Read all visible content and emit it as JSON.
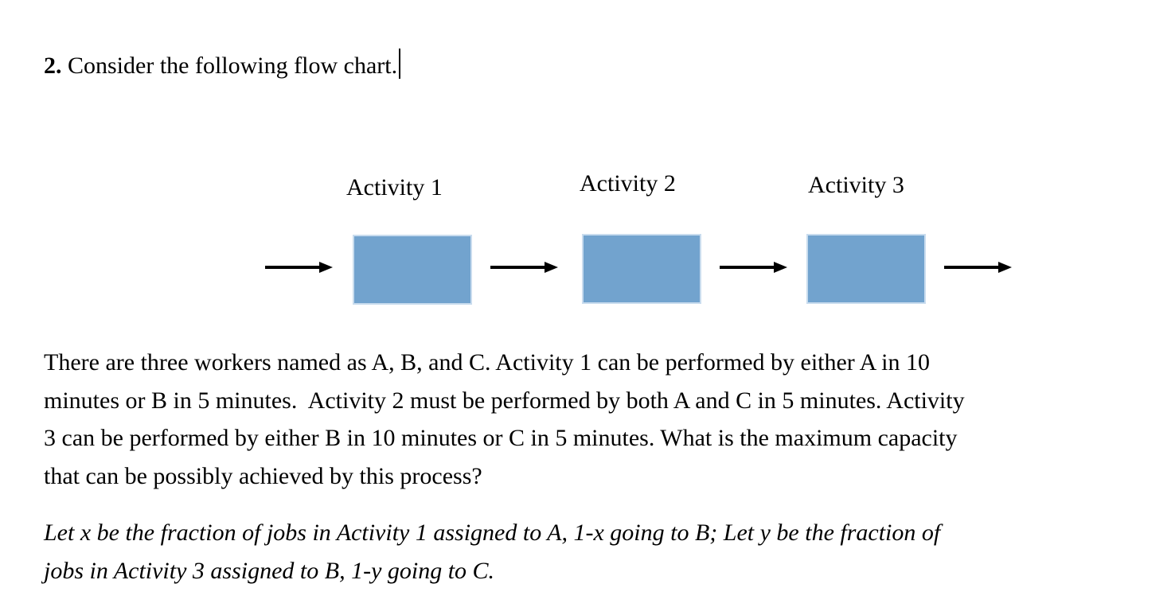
{
  "question": {
    "number": "2.",
    "text": " Consider the following flow chart."
  },
  "flowchart": {
    "activities": [
      {
        "label": "Activity 1"
      },
      {
        "label": "Activity 2"
      },
      {
        "label": "Activity 3"
      }
    ],
    "colors": {
      "box_fill": "#72A3CE",
      "box_border": "#C9DCEE",
      "arrow": "#000000"
    }
  },
  "body_paragraph": {
    "lines": [
      "There are three workers named as A, B, and C. Activity 1 can be performed by either A in 10",
      "minutes or B in 5 minutes.  Activity 2 must be performed by both A and C in 5 minutes. Activity",
      "3 can be performed by either B in 10 minutes or C in 5 minutes. What is the maximum capacity",
      "that can be possibly achieved by this process?"
    ]
  },
  "note_paragraph": {
    "lines": [
      "Let x be the fraction of jobs in Activity 1 assigned to A, 1-x going to B; Let y be the fraction of",
      "jobs in Activity 3 assigned to B, 1-y going to C."
    ]
  }
}
